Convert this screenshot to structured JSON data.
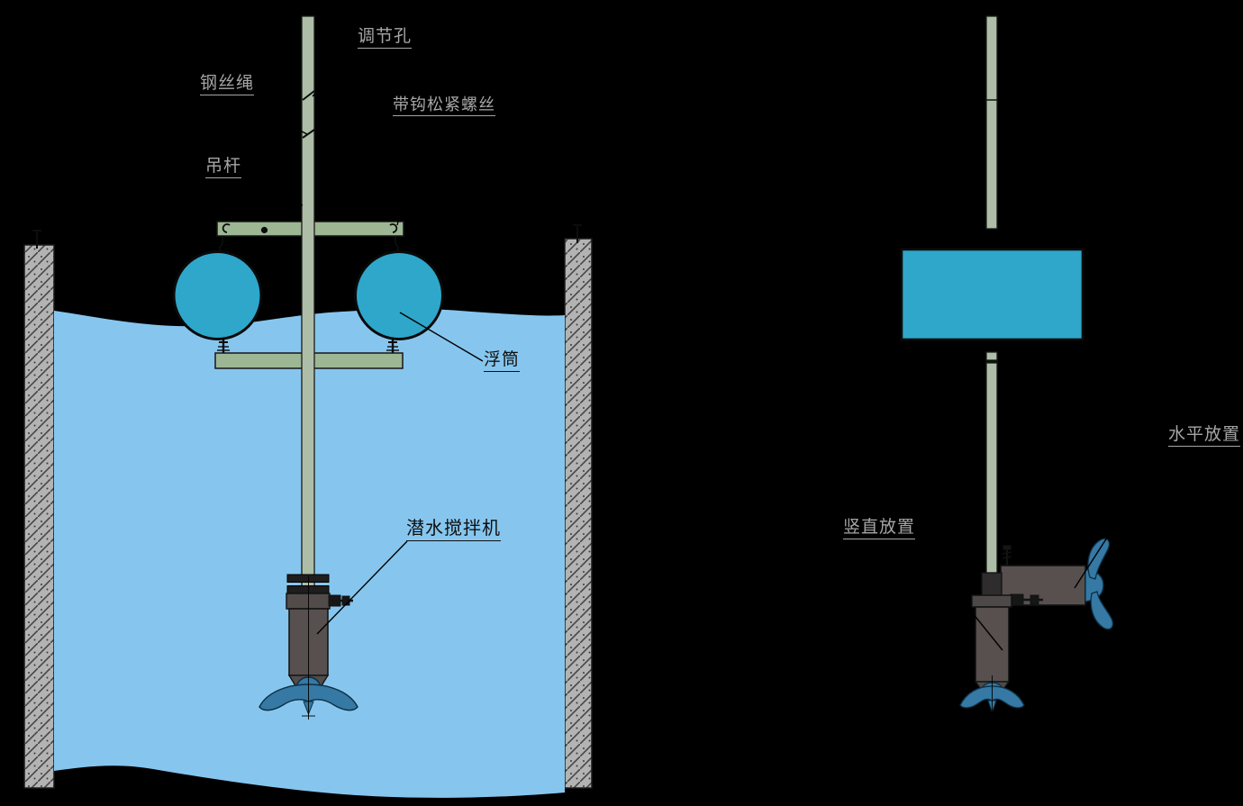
{
  "figure": {
    "kind": "technical-installation-drawing",
    "background": "#000000"
  },
  "colors": {
    "water": "#86c6ee",
    "float": "#2ea7ca",
    "pole": "#aebda7",
    "bar": "#9db694",
    "wall": "#b3b3b3",
    "mixer_body": "#57504f",
    "mixer_cap": "#4e4949",
    "clamp_dark": "#1f1d1d",
    "propeller": "#3579a4",
    "outline": "#111111"
  },
  "labels": {
    "adjustment_hole": {
      "text": "调节孔"
    },
    "wire_rope": {
      "text": "钢丝绳"
    },
    "turnbuckle": {
      "text": "带钩松紧螺丝"
    },
    "hanger_rod": {
      "text": "吊杆"
    },
    "float": {
      "text": "浮筒"
    },
    "submersible_mixer": {
      "text": "潜水搅拌机"
    },
    "horizontal_placement": {
      "text": "水平放置"
    },
    "vertical_placement": {
      "text": "竖直放置"
    }
  }
}
